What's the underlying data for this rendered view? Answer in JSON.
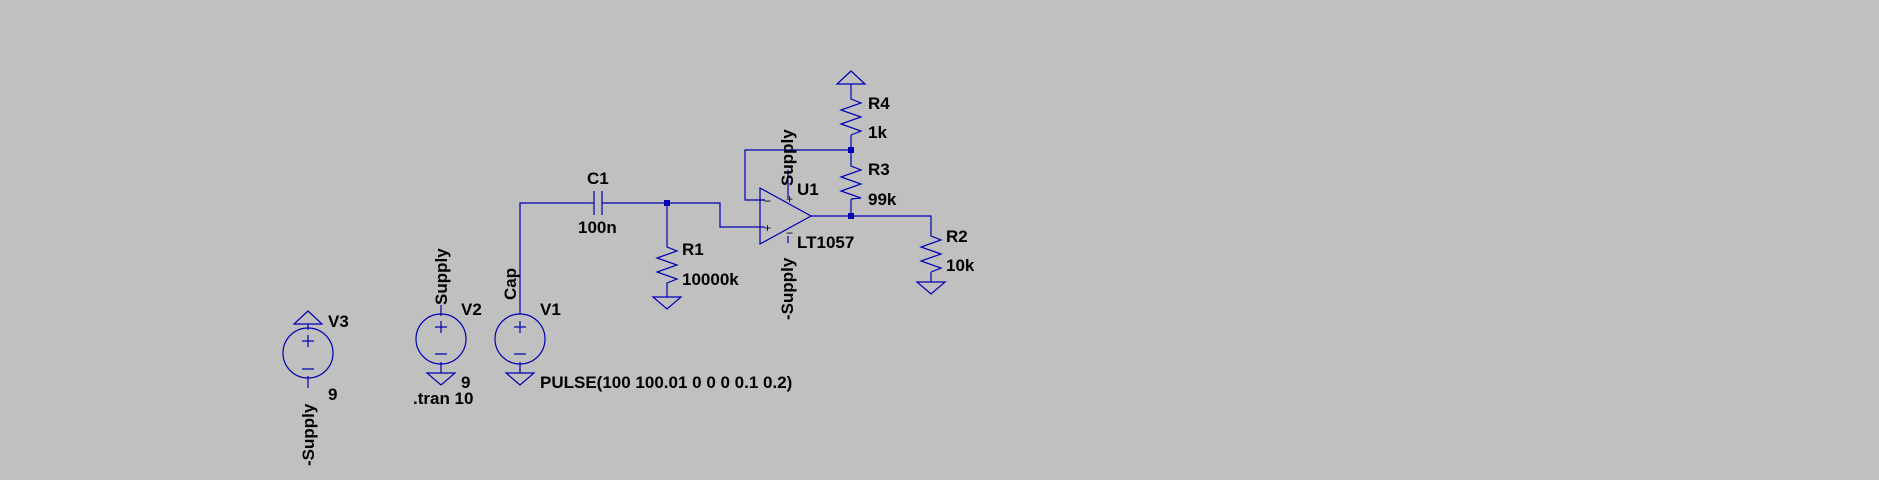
{
  "colors": {
    "background": "#c0c0c0",
    "wire": "#0000b4",
    "text": "#000000"
  },
  "components": {
    "c1": {
      "ref": "C1",
      "value": "100n"
    },
    "r1": {
      "ref": "R1",
      "value": "10000k"
    },
    "r2": {
      "ref": "R2",
      "value": "10k"
    },
    "r3": {
      "ref": "R3",
      "value": "99k"
    },
    "r4": {
      "ref": "R4",
      "value": "1k"
    },
    "u1": {
      "ref": "U1",
      "value": "LT1057"
    },
    "v1": {
      "ref": "V1",
      "value": "PULSE(100 100.01 0 0 0 0.1 0.2)"
    },
    "v2": {
      "ref": "V2",
      "value": "9"
    },
    "v3": {
      "ref": "V3",
      "value": "9"
    }
  },
  "nets": {
    "supply": "Supply",
    "neg_supply": "-Supply",
    "cap": "Cap"
  },
  "directives": {
    "tran": ".tran 10"
  },
  "icons": [
    "ground-icon",
    "voltage-source-icon",
    "resistor-icon",
    "capacitor-icon",
    "opamp-icon",
    "node-junction-icon"
  ]
}
